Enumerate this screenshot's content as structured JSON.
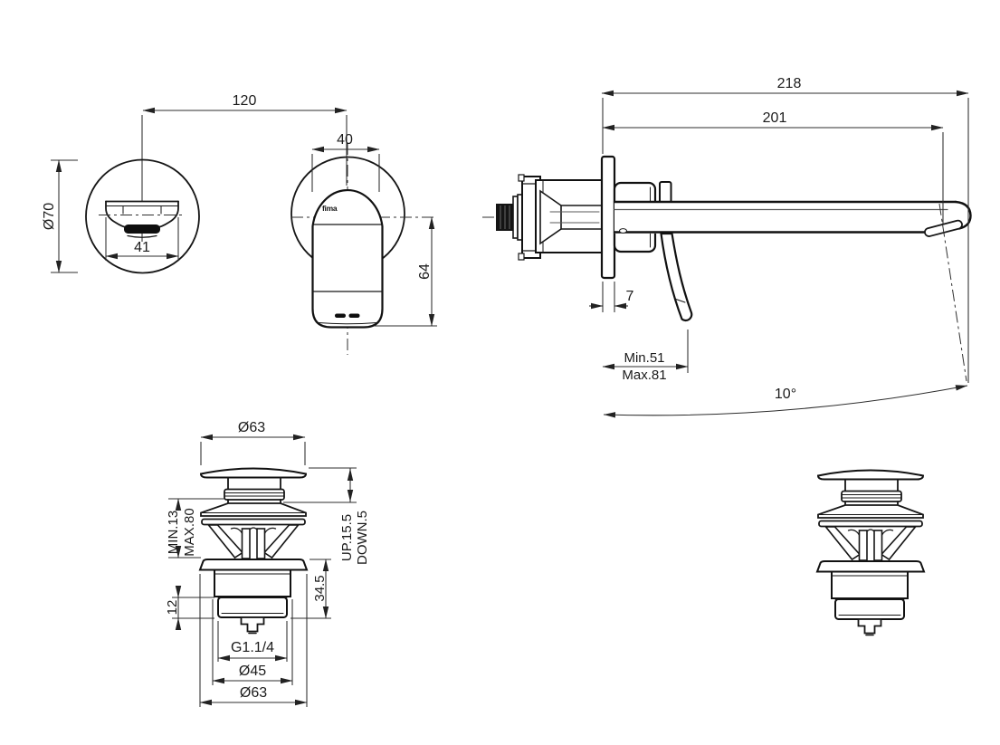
{
  "drawing": {
    "brand": "fima",
    "front": {
      "escutcheon_diameter": "Ø70",
      "center_distance": "120",
      "spout_width": "41",
      "handle_width": "40",
      "handle_height": "64"
    },
    "side": {
      "total_projection": "218",
      "spout_projection": "201",
      "plate_thickness": "7",
      "lever_min": "Min.51",
      "lever_max": "Max.81",
      "spout_angle": "10°"
    },
    "drain": {
      "cap_diameter": "Ø63",
      "recess_min": "MIN.13",
      "recess_max": "MAX.80",
      "travel_up": "UP.15.5",
      "travel_down": "DOWN.5",
      "body_height": "34.5",
      "thread_length": "12",
      "thread_size": "G1.1/4",
      "body_diameter": "Ø45",
      "flange_diameter": "Ø63"
    }
  }
}
